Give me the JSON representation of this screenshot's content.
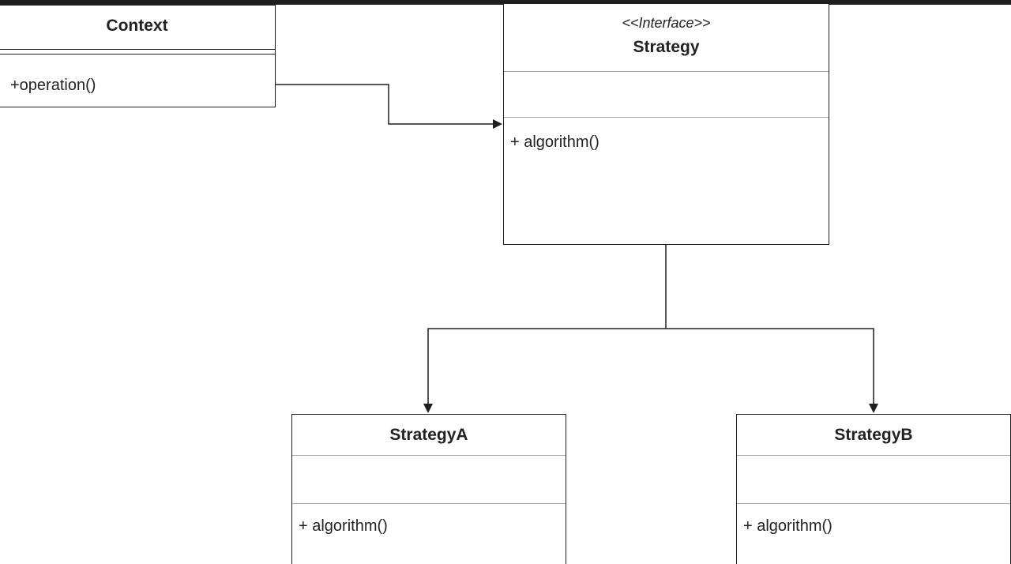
{
  "diagram": {
    "classes": {
      "context": {
        "name": "Context",
        "methods": [
          "+operation()"
        ]
      },
      "strategy": {
        "stereotype": "<<Interface>>",
        "name": "Strategy",
        "methods": [
          "+ algorithm()"
        ]
      },
      "strategy_a": {
        "name": "StrategyA",
        "methods": [
          "+ algorithm()"
        ]
      },
      "strategy_b": {
        "name": "StrategyB",
        "methods": [
          "+ algorithm()"
        ]
      }
    },
    "relations": [
      {
        "from": "Context",
        "to": "Strategy",
        "kind": "association"
      },
      {
        "from": "Strategy",
        "to": "StrategyA",
        "kind": "directed"
      },
      {
        "from": "Strategy",
        "to": "StrategyB",
        "kind": "directed"
      }
    ],
    "colors": {
      "line": "#1f1f1f",
      "divider": "#a8a8a8",
      "background": "#ffffff",
      "top_bar": "#1e1e1e"
    }
  }
}
